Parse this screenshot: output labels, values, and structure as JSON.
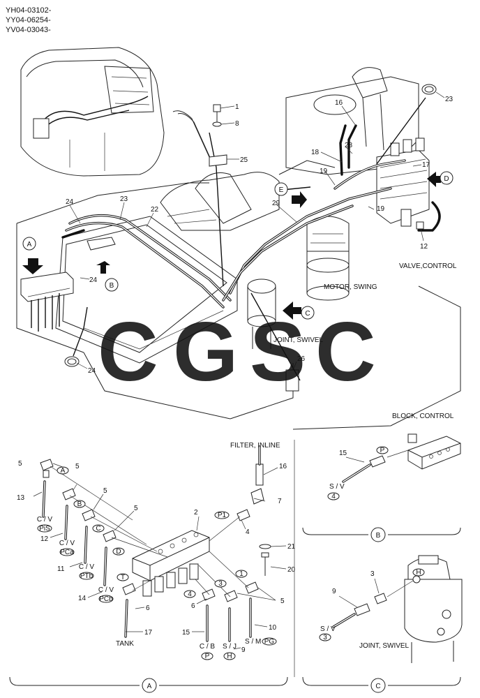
{
  "header": {
    "codes": [
      "YH04-03102-",
      "YY04-06254-",
      "YV04-03043-"
    ]
  },
  "watermark": {
    "letters": [
      {
        "char": "C",
        "color": "#4a8ef0"
      },
      {
        "char": "G",
        "color": "#f05a50"
      },
      {
        "char": "S",
        "color": "#f6c830"
      },
      {
        "char": "C",
        "color": "#3fb27a"
      }
    ]
  },
  "labels": {
    "valve_control": "VALVE,CONTROL",
    "motor_swing": "MOTOR, SWING",
    "joint_swivel": "JOINT, SWIVEL",
    "block_control": "BLOCK, CONTROL",
    "filter_inline": "FILTER, INLINE",
    "joint_swivel_c": "JOINT, SWIVEL",
    "tank": "TANK"
  },
  "part_numbers": {
    "n1": "1",
    "n8": "8",
    "n25": "25",
    "n16": "16",
    "n23_top": "23",
    "n18": "18",
    "n28": "28",
    "n17": "17",
    "n19_a": "19",
    "n19_b": "19",
    "n29": "29",
    "n12_top": "12",
    "n23": "23",
    "n24_a": "24",
    "n22": "22",
    "n24_b": "24",
    "n24_c": "24",
    "n26": "26",
    "n5_a": "5",
    "n5_b": "5",
    "n5_c": "5",
    "n5_d": "5",
    "n5_e": "5",
    "n13": "13",
    "n12": "12",
    "n11": "11",
    "n14": "14",
    "n2": "2",
    "n16_b": "16",
    "n7": "7",
    "n4": "4",
    "n21": "21",
    "n20": "20",
    "n6_a": "6",
    "n6_b": "6",
    "n17_b": "17",
    "n15": "15",
    "n9": "9",
    "n10": "10",
    "n15_b": "15",
    "n3": "3",
    "n9_b": "9"
  },
  "callouts": {
    "A": "A",
    "B": "B",
    "C": "C",
    "D": "D",
    "E": "E"
  },
  "port_tags": {
    "A": "A",
    "B": "B",
    "C": "C",
    "D": "D",
    "T": "T",
    "P1": "P1",
    "p4": "4",
    "p3": "3",
    "p1": "1",
    "P": "P",
    "H": "H"
  },
  "hose_tags": {
    "cv_pis_top": "C / V",
    "cv_pis_tag": "PiS",
    "cv_pca_top": "C / V",
    "cv_pca_tag": "PCa",
    "cv_ptb_top": "C / V",
    "cv_ptb_tag": "PTb",
    "cv_pcb_top": "C / V",
    "cv_pcb_tag": "PCb",
    "cb_p_top": "C / B",
    "cb_p_tag": "P",
    "sj_h_top": "S / J",
    "sj_h_tag": "H",
    "sm_pg_top": "S / M",
    "sm_pg_tag": "PG",
    "sv4_top": "S / V",
    "sv4_tag": "4",
    "sv3_top": "S / V",
    "sv3_tag": "3"
  },
  "sections": {
    "A": "A",
    "B": "B",
    "C": "C"
  }
}
